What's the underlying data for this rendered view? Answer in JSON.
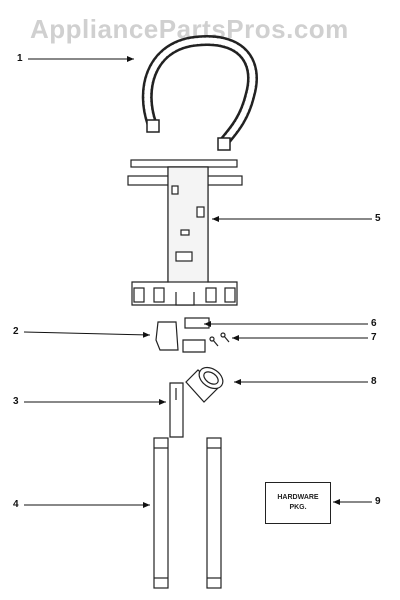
{
  "watermark": "AppliancePartsPros.com",
  "hardware_box": {
    "line1": "HARDWARE",
    "line2": "PKG."
  },
  "callouts": {
    "c1": "1",
    "c2": "2",
    "c3": "3",
    "c4": "4",
    "c5": "5",
    "c6": "6",
    "c7": "7",
    "c8": "8",
    "c9": "9"
  }
}
